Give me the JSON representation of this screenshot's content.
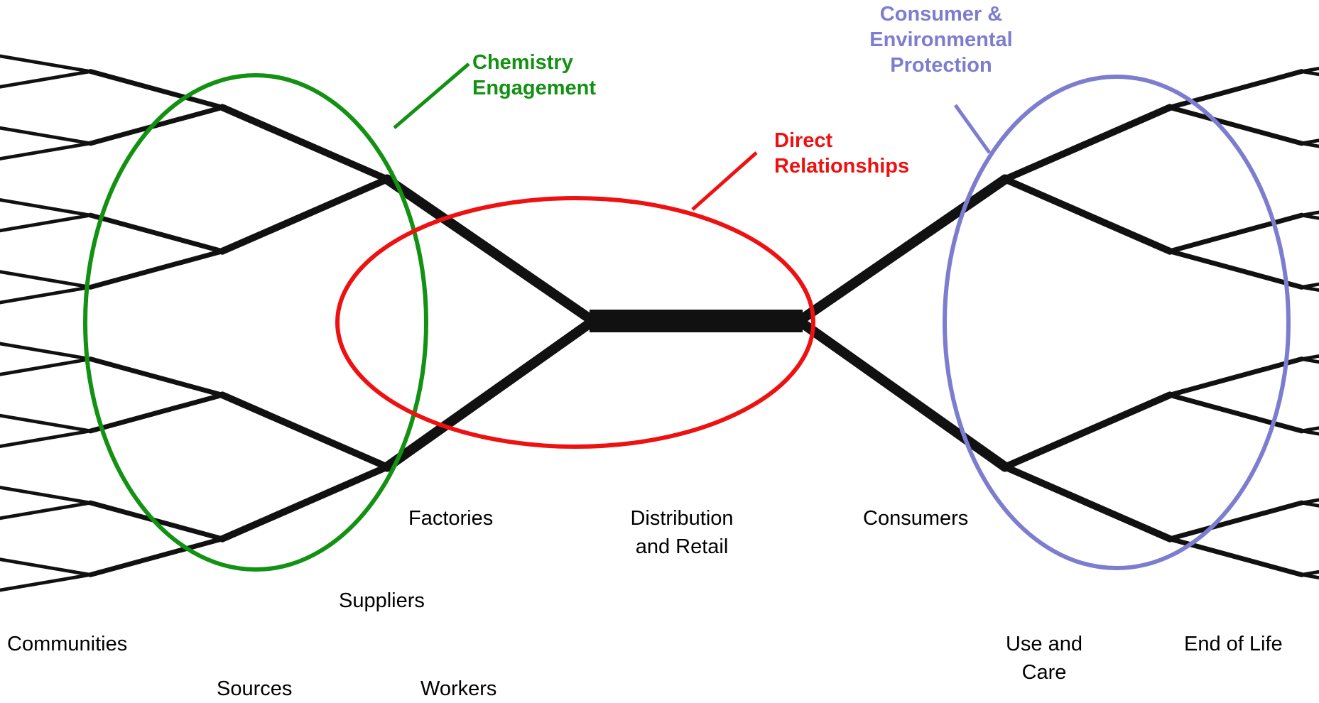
{
  "diagram": {
    "callouts": {
      "chemistry": {
        "text": "Chemistry\nEngagement",
        "color": "#129112"
      },
      "direct": {
        "text": "Direct\nRelationships",
        "color": "#ee1111"
      },
      "consumer": {
        "text": "Consumer &\nEnvironmental\nProtection",
        "color": "#7d7dcf"
      }
    },
    "labels": {
      "factories": "Factories",
      "distribution": "Distribution\nand Retail",
      "consumers": "Consumers",
      "suppliers": "Suppliers",
      "communities": "Communities",
      "sources": "Sources",
      "workers": "Workers",
      "use_care": "Use and\nCare",
      "end_of_life": "End of Life"
    },
    "colors": {
      "tree": "#111111",
      "green": "#129112",
      "red": "#ee1111",
      "purple": "#7d7dcf"
    }
  }
}
